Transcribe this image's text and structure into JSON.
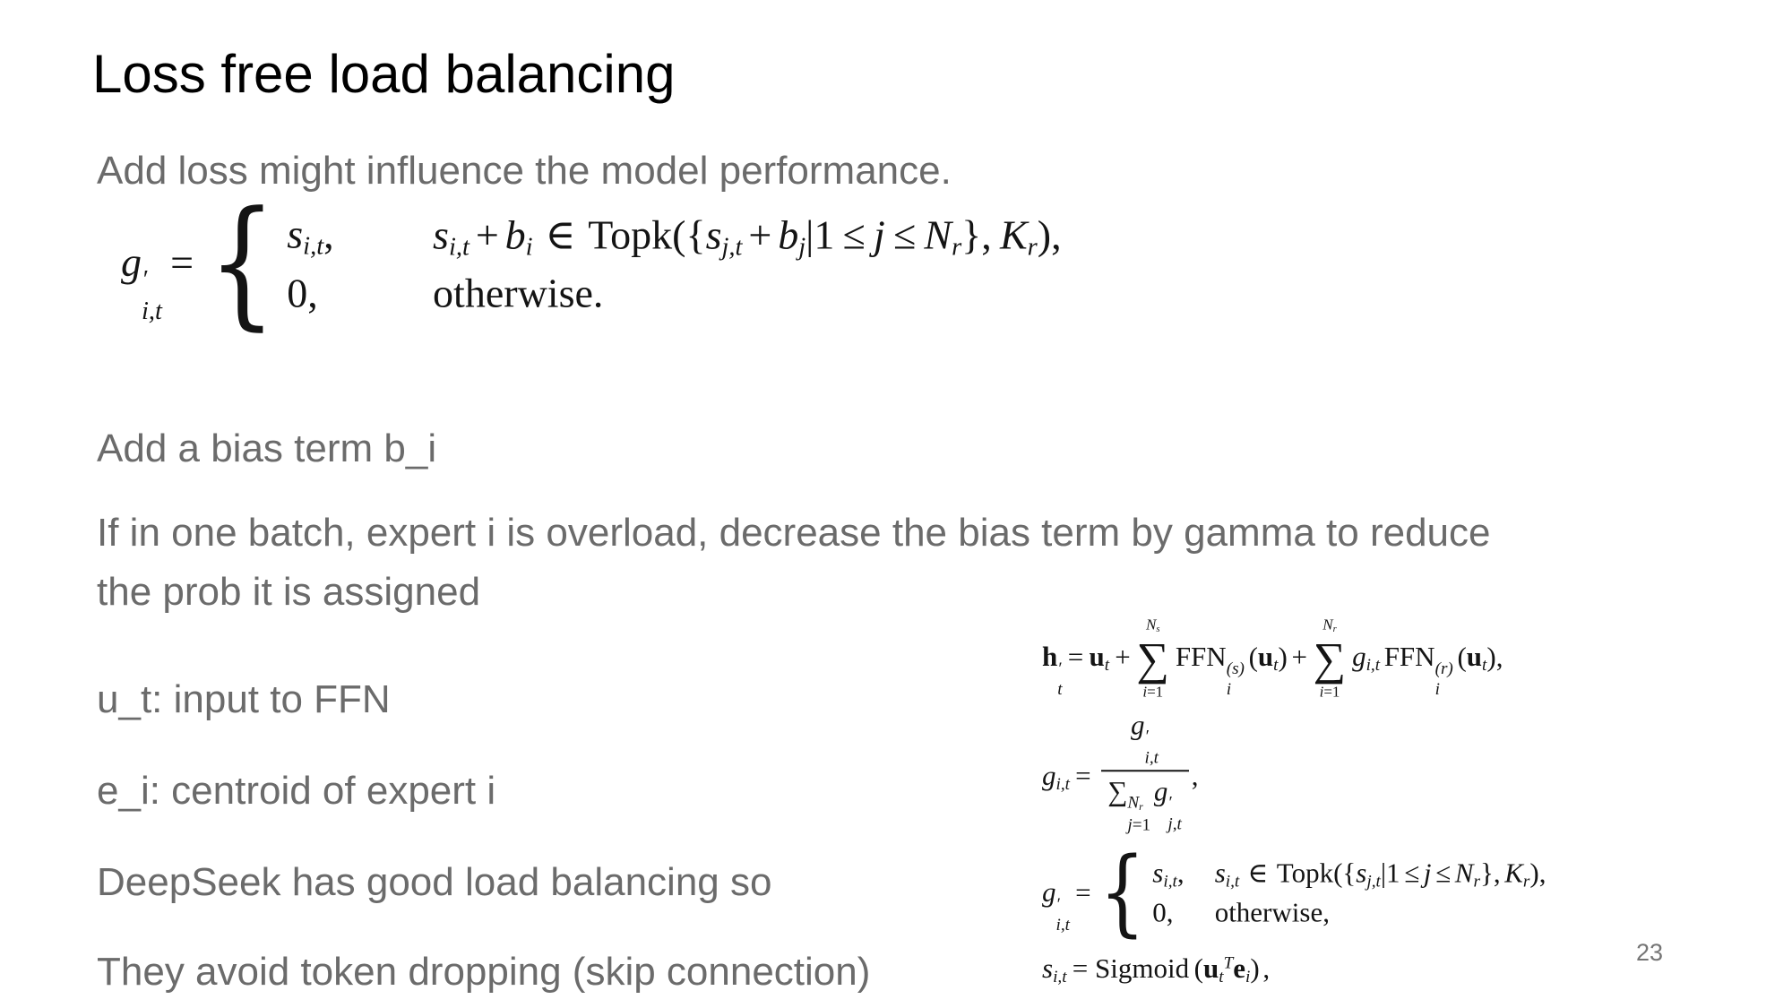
{
  "slide": {
    "title": "Loss free load balancing",
    "page_number": "23"
  },
  "colors": {
    "background": "#ffffff",
    "title_text": "#000000",
    "body_text": "#6b6b6b",
    "math_text": "#141414",
    "page_number": "#757575"
  },
  "body": {
    "intro": "Add loss might influence the model performance.",
    "bias": "Add a bias term b_i",
    "overload_line1": "If in one batch, expert i is overload, decrease the bias term by gamma to reduce",
    "overload_line2": "the prob it is assigned",
    "ut": "u_t: input to FFN",
    "ei": "e_i: centroid of expert i",
    "deepseek": "DeepSeek has good load balancing so",
    "avoid": "They avoid token dropping (skip connection)"
  },
  "equations": {
    "main": [
      {
        "k": "t",
        "v": "g",
        "s": "i",
        "sup": "′",
        "sub": "i,t"
      },
      {
        "k": "sp",
        "w": 0.2
      },
      {
        "k": "t",
        "v": "=",
        "s": "r"
      },
      {
        "k": "sp",
        "w": 0.35
      },
      {
        "k": "cases",
        "gap": "2.4em",
        "rows": [
          {
            "value": [
              {
                "k": "t",
                "v": "s",
                "s": "i",
                "sub": "i,t"
              },
              {
                "k": "t",
                "v": ",",
                "s": "r"
              }
            ],
            "cond": [
              {
                "k": "t",
                "v": "s",
                "s": "i",
                "sub": "i,t"
              },
              {
                "k": "sp",
                "w": 0.15
              },
              {
                "k": "t",
                "v": "+",
                "s": "r"
              },
              {
                "k": "sp",
                "w": 0.15
              },
              {
                "k": "t",
                "v": "b",
                "s": "i",
                "sub": "i"
              },
              {
                "k": "sp",
                "w": 0.3
              },
              {
                "k": "t",
                "v": "∈",
                "s": "r"
              },
              {
                "k": "sp",
                "w": 0.3
              },
              {
                "k": "t",
                "v": "Topk({",
                "s": "r"
              },
              {
                "k": "t",
                "v": "s",
                "s": "i",
                "sub": "j,t"
              },
              {
                "k": "sp",
                "w": 0.15
              },
              {
                "k": "t",
                "v": "+",
                "s": "r"
              },
              {
                "k": "sp",
                "w": 0.15
              },
              {
                "k": "t",
                "v": "b",
                "s": "i",
                "sub": "j"
              },
              {
                "k": "t",
                "v": "|1",
                "s": "r"
              },
              {
                "k": "sp",
                "w": 0.2
              },
              {
                "k": "t",
                "v": "≤",
                "s": "r"
              },
              {
                "k": "sp",
                "w": 0.2
              },
              {
                "k": "t",
                "v": "j",
                "s": "i"
              },
              {
                "k": "sp",
                "w": 0.2
              },
              {
                "k": "t",
                "v": "≤",
                "s": "r"
              },
              {
                "k": "sp",
                "w": 0.2
              },
              {
                "k": "t",
                "v": "N",
                "s": "i",
                "sub": "r"
              },
              {
                "k": "t",
                "v": "},",
                "s": "r"
              },
              {
                "k": "sp",
                "w": 0.2
              },
              {
                "k": "t",
                "v": "K",
                "s": "i",
                "sub": "r"
              },
              {
                "k": "t",
                "v": "),",
                "s": "r"
              }
            ]
          },
          {
            "value": [
              {
                "k": "t",
                "v": "0,",
                "s": "r"
              }
            ],
            "cond": [
              {
                "k": "t",
                "v": "otherwise.",
                "s": "r"
              }
            ]
          }
        ]
      }
    ],
    "side_h": [
      {
        "k": "t",
        "v": "h",
        "s": "b",
        "sup": "′",
        "sub": "t"
      },
      {
        "k": "sp",
        "w": 0.2
      },
      {
        "k": "t",
        "v": "=",
        "s": "r"
      },
      {
        "k": "sp",
        "w": 0.2
      },
      {
        "k": "t",
        "v": "u",
        "s": "b",
        "sub": "t"
      },
      {
        "k": "sp",
        "w": 0.2
      },
      {
        "k": "t",
        "v": "+",
        "s": "r"
      },
      {
        "k": "sp",
        "w": 0.1
      },
      {
        "k": "sum",
        "above": [
          {
            "k": "t",
            "v": "N",
            "s": "i",
            "sub": "s"
          }
        ],
        "below": [
          {
            "k": "t",
            "v": "i",
            "s": "i"
          },
          {
            "k": "t",
            "v": "=1",
            "s": "r"
          }
        ]
      },
      {
        "k": "sp",
        "w": 0.1
      },
      {
        "k": "t",
        "v": "FFN",
        "s": "r",
        "sup": "(s)",
        "sub": "i"
      },
      {
        "k": "sp",
        "w": 0.15
      },
      {
        "k": "t",
        "v": "(",
        "s": "r"
      },
      {
        "k": "t",
        "v": "u",
        "s": "b",
        "sub": "t"
      },
      {
        "k": "t",
        "v": ")",
        "s": "r"
      },
      {
        "k": "sp",
        "w": 0.15
      },
      {
        "k": "t",
        "v": "+",
        "s": "r"
      },
      {
        "k": "sp",
        "w": 0.1
      },
      {
        "k": "sum",
        "above": [
          {
            "k": "t",
            "v": "N",
            "s": "i",
            "sub": "r"
          }
        ],
        "below": [
          {
            "k": "t",
            "v": "i",
            "s": "i"
          },
          {
            "k": "t",
            "v": "=1",
            "s": "r"
          }
        ]
      },
      {
        "k": "sp",
        "w": 0.1
      },
      {
        "k": "t",
        "v": "g",
        "s": "i",
        "sub": "i,t"
      },
      {
        "k": "sp",
        "w": 0.15
      },
      {
        "k": "t",
        "v": "FFN",
        "s": "r",
        "sup": "(r)",
        "sub": "i"
      },
      {
        "k": "sp",
        "w": 0.15
      },
      {
        "k": "t",
        "v": "(",
        "s": "r"
      },
      {
        "k": "t",
        "v": "u",
        "s": "b",
        "sub": "t"
      },
      {
        "k": "t",
        "v": "),",
        "s": "r"
      }
    ],
    "side_g": [
      {
        "k": "t",
        "v": "g",
        "s": "i",
        "sub": "i,t"
      },
      {
        "k": "sp",
        "w": 0.2
      },
      {
        "k": "t",
        "v": "=",
        "s": "r"
      },
      {
        "k": "sp",
        "w": 0.25
      },
      {
        "k": "frac",
        "num": [
          {
            "k": "t",
            "v": "g",
            "s": "i",
            "sup": "′",
            "sub": "i,t"
          }
        ],
        "den": [
          {
            "k": "t",
            "v": "∑",
            "s": "r",
            "sup": [
              {
                "k": "t",
                "v": "N",
                "s": "i",
                "sub": "r"
              }
            ],
            "sub": [
              {
                "k": "t",
                "v": "j",
                "s": "i"
              },
              {
                "k": "t",
                "v": "=1",
                "s": "r"
              }
            ]
          },
          {
            "k": "sp",
            "w": 0.12
          },
          {
            "k": "t",
            "v": "g",
            "s": "i",
            "sup": "′",
            "sub": "j,t"
          }
        ]
      },
      {
        "k": "t",
        "v": ",",
        "s": "r"
      }
    ],
    "side_gprime": [
      {
        "k": "t",
        "v": "g",
        "s": "i",
        "sup": "′",
        "sub": "i,t"
      },
      {
        "k": "sp",
        "w": 0.2
      },
      {
        "k": "t",
        "v": "=",
        "s": "r"
      },
      {
        "k": "sp",
        "w": 0.3
      },
      {
        "k": "cases",
        "gap": "1.1em",
        "rows": [
          {
            "value": [
              {
                "k": "t",
                "v": "s",
                "s": "i",
                "sub": "i,t"
              },
              {
                "k": "t",
                "v": ",",
                "s": "r"
              }
            ],
            "cond": [
              {
                "k": "t",
                "v": "s",
                "s": "i",
                "sub": "i,t"
              },
              {
                "k": "sp",
                "w": 0.3
              },
              {
                "k": "t",
                "v": "∈",
                "s": "r"
              },
              {
                "k": "sp",
                "w": 0.3
              },
              {
                "k": "t",
                "v": "Topk({",
                "s": "r"
              },
              {
                "k": "t",
                "v": "s",
                "s": "i",
                "sub": "j,t"
              },
              {
                "k": "t",
                "v": "|1",
                "s": "r"
              },
              {
                "k": "sp",
                "w": 0.15
              },
              {
                "k": "t",
                "v": "≤",
                "s": "r"
              },
              {
                "k": "sp",
                "w": 0.15
              },
              {
                "k": "t",
                "v": "j",
                "s": "i"
              },
              {
                "k": "sp",
                "w": 0.15
              },
              {
                "k": "t",
                "v": "≤",
                "s": "r"
              },
              {
                "k": "sp",
                "w": 0.15
              },
              {
                "k": "t",
                "v": "N",
                "s": "i",
                "sub": "r"
              },
              {
                "k": "t",
                "v": "},",
                "s": "r"
              },
              {
                "k": "sp",
                "w": 0.15
              },
              {
                "k": "t",
                "v": "K",
                "s": "i",
                "sub": "r"
              },
              {
                "k": "t",
                "v": "),",
                "s": "r"
              }
            ]
          },
          {
            "value": [
              {
                "k": "t",
                "v": "0,",
                "s": "r"
              }
            ],
            "cond": [
              {
                "k": "t",
                "v": "otherwise,",
                "s": "r"
              }
            ]
          }
        ]
      }
    ],
    "side_s": [
      {
        "k": "t",
        "v": "s",
        "s": "i",
        "sub": "i,t"
      },
      {
        "k": "sp",
        "w": 0.2
      },
      {
        "k": "t",
        "v": "=",
        "s": "r"
      },
      {
        "k": "sp",
        "w": 0.25
      },
      {
        "k": "t",
        "v": "Sigmoid",
        "s": "r"
      },
      {
        "k": "sp",
        "w": 0.18
      },
      {
        "k": "t",
        "v": "(",
        "s": "r"
      },
      {
        "k": "t",
        "v": "u",
        "s": "b",
        "sub": "t"
      },
      {
        "k": "t",
        "v": "",
        "s": "i",
        "sup": "T"
      },
      {
        "k": "t",
        "v": "e",
        "s": "b",
        "sub": "i"
      },
      {
        "k": "t",
        "v": ")",
        "s": "r"
      },
      {
        "k": "sp",
        "w": 0.12
      },
      {
        "k": "t",
        "v": ",",
        "s": "r"
      }
    ]
  }
}
